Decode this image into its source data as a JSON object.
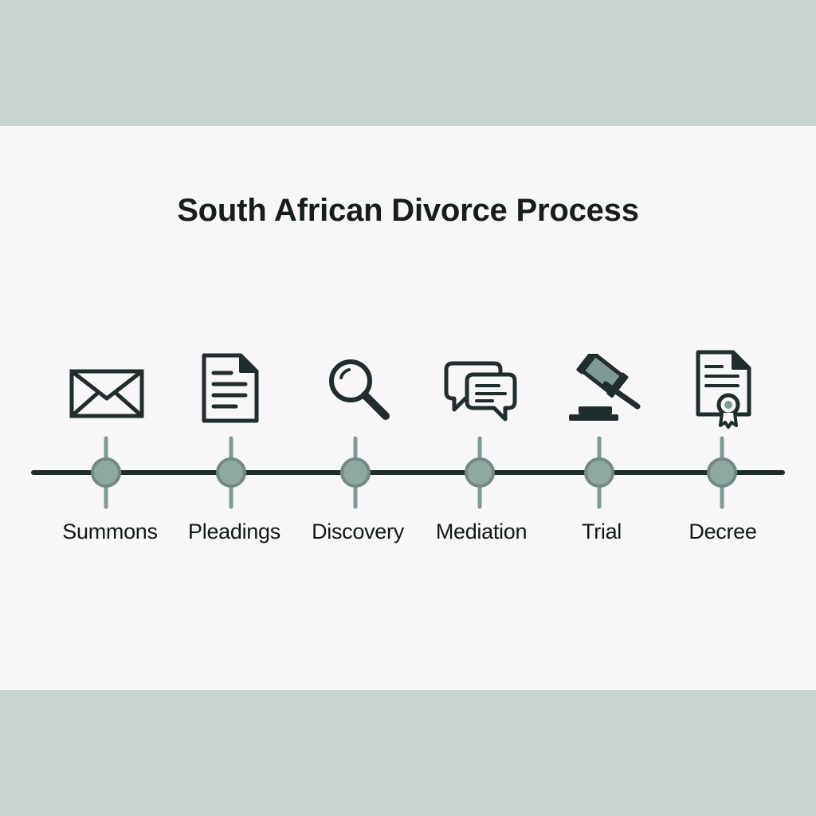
{
  "diagram": {
    "title": "South African Divorce Process",
    "colors": {
      "line": "#1f2e2c",
      "node_fill": "#8fa8a2",
      "node_stroke": "#6f8b84",
      "tick": "#7f9a94",
      "icon_stroke": "#1f2e2c"
    },
    "steps": [
      {
        "label": "Summons",
        "icon": "envelope-icon"
      },
      {
        "label": "Pleadings",
        "icon": "document-icon"
      },
      {
        "label": "Discovery",
        "icon": "magnifying-glass-icon"
      },
      {
        "label": "Mediation",
        "icon": "speech-bubbles-icon"
      },
      {
        "label": "Trial",
        "icon": "gavel-icon"
      },
      {
        "label": "Decree",
        "icon": "certificate-icon"
      }
    ]
  }
}
